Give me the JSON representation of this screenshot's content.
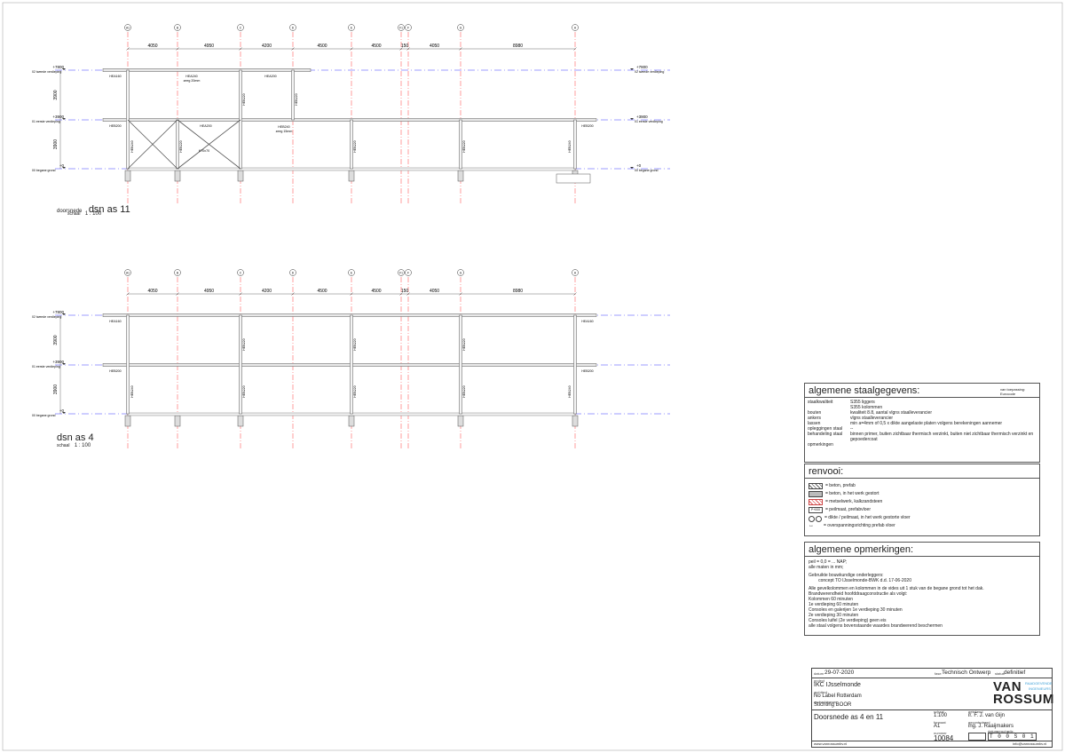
{
  "axes": [
    "A1",
    "B",
    "C",
    "D",
    "E",
    "F1",
    "F",
    "G",
    "H"
  ],
  "dimensions": [
    "4050",
    "4950",
    "4200",
    "4500",
    "4500",
    "150",
    "4050",
    "8980"
  ],
  "levels": [
    {
      "peil": "+7800",
      "name": "02 tweede verdieping"
    },
    {
      "peil": "+3900",
      "name": "01 eerste verdieping"
    },
    {
      "peil": "+0",
      "name": "00 begane grond"
    }
  ],
  "height_dims": [
    "3900",
    "3900"
  ],
  "section1": {
    "prefix": "doorsnede",
    "title": "dsn as 11",
    "scale_label": "schaal",
    "scale": "1 : 100",
    "profiles": {
      "hea160": "HEA160",
      "hea240": "HEA240",
      "zeeg20": "zeeg 20mm",
      "hea200": "HEA200",
      "heb200": "HEB200",
      "hea200b": "HEA200",
      "heb240": "HEB240",
      "zeeg15": "zeeg 15mm",
      "heb200r": "HEB200",
      "heb220": "HEB220",
      "heb240c": "HEB240",
      "stiff": "K70x70"
    }
  },
  "section2": {
    "title": "dsn as 4",
    "scale_label": "schaal",
    "scale": "1 : 100",
    "profiles": {
      "hea160": "HEA160",
      "heb200": "HEB200",
      "hea160r": "HEA160",
      "heb200r": "HEB200",
      "heb240": "HEB240",
      "heb220": "HEB220"
    }
  },
  "steel": {
    "title": "algemene staalgegevens:",
    "note": "van toepassing: Eurocode",
    "rows": [
      {
        "k": "staalkwaliteit",
        "v": "S355 liggers"
      },
      {
        "k": "",
        "v": "S355 kolommen"
      },
      {
        "k": "bouten",
        "v": "kwaliteit 8.8, aantal vlgns staalleverancier"
      },
      {
        "k": "ankers",
        "v": "vlgns staalleverancier"
      },
      {
        "k": "lassen",
        "v": "min a=4mm of 0,5 x dikte aangelaste platen volgens berekeningen aannemer"
      },
      {
        "k": "opleggingen staal",
        "v": "--"
      },
      {
        "k": "behandeling staal",
        "v": "binnen primer, buiten zichtbaar thermisch verzinkt, buiten niet zichtbaar thermisch verzinkt en gepoedercoat"
      },
      {
        "k": "opmerkingen",
        "v": ""
      }
    ]
  },
  "renvooi": {
    "title": "renvooi:",
    "items": [
      "= beton, prefab",
      "= beton, in het werk gestort",
      "= metselwerk, kalkzandsteen",
      "= peilmaat, prefabvloer",
      "= dikte / peilmaat, in het werk gestorte vloer",
      "= overspanningsrichting prefab vloer"
    ],
    "sample": "P+000"
  },
  "remarks": {
    "title": "algemene opmerkingen:",
    "lines": [
      "peil = 0,0 = ... NAP;",
      "alle maten in mm;",
      "",
      "Gebruikte bouwkundige onderleggers:",
      "        concept TO IJsselmonde-BWK d.d. 17-06-2020",
      "",
      "Alle gevelkolommen en kolommen in de vides uit 1 stuk van de begane grond tot het dak.",
      "Brandwerendheid hoofddraagconstructie als volgt:",
      "Kolommen 60 minuten",
      "1e verdieping 60 minuten",
      "Consoles en galerijen 1e verdieping 30 minuten",
      "2e verdieping 30 minuten",
      "Consoles luifel (2e verdieping) geen eis",
      "alle staal volgens bovenstaande waardes brandwerend beschermen"
    ]
  },
  "titleblock": {
    "date_label": "datum",
    "date": "29-07-2020",
    "fase_label": "fase",
    "fase": "Technisch Ontwerp",
    "status_label": "status",
    "status": "definitief",
    "project_label": "project",
    "project": "IKC IJsselmonde",
    "architect_label": "architect",
    "architect": "No Label Rotterdam",
    "client_label": "opdrachtgever",
    "client": "Stichting BOOR",
    "drawing_title": "Doorsnede as 4 en 11",
    "scale_label": "schaal",
    "scale": "1:100",
    "format_label": "formaat",
    "format": "A1",
    "number_label": "nummer",
    "number": "10084",
    "drawn_label": "getekend",
    "drawn": "ir. F. J. van Gijn",
    "checked_label": "gecontroleerd",
    "checked": "ing. J. Raaijmakers",
    "code": "T 0 0 S 0 1",
    "rev_labels": [
      "datum",
      "omschr.",
      "wijz."
    ],
    "company_1": "VAN",
    "company_2": "ROSSUM",
    "tag_1": "RAADGEVENDE",
    "tag_2": "INGENIEURS",
    "website": "www.vanrossumbv.nl",
    "email": "info@vanrossumbv.nl"
  },
  "colors": {
    "level_line": "#3a3aff",
    "grid_line": "#ff3a3a",
    "steel": "#555555",
    "brand": "#1a1a1a",
    "brand_tag": "#3ca0d8"
  }
}
